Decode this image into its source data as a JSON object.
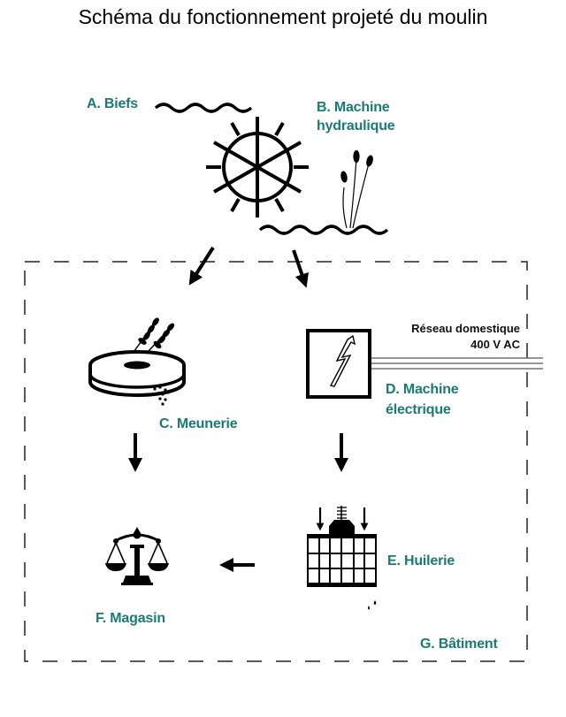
{
  "title": "Schéma du fonctionnement projeté du moulin",
  "colors": {
    "label": "#1a7a74",
    "stroke": "#000000",
    "grid": "#555555"
  },
  "nodes": {
    "A": {
      "label": "A. Biefs",
      "icon": "water-wave-icon"
    },
    "B": {
      "label_line1": "B. Machine",
      "label_line2": "hydraulique",
      "icon": "water-wheel-icon"
    },
    "C": {
      "label": "C. Meunerie",
      "icon": "millstone-icon"
    },
    "D": {
      "label_line1": "D. Machine",
      "label_line2": "électrique",
      "icon": "electric-generator-icon"
    },
    "E": {
      "label": "E. Huilerie",
      "icon": "oil-press-icon"
    },
    "F": {
      "label": "F. Magasin",
      "icon": "scales-icon"
    },
    "G": {
      "label": "G. Bâtiment",
      "icon": "building-boundary"
    }
  },
  "grid_note": {
    "line1": "Réseau domestique",
    "line2": "400 V AC"
  },
  "edges": [
    {
      "from": "B",
      "to": "C"
    },
    {
      "from": "B",
      "to": "D"
    },
    {
      "from": "C",
      "to": "F"
    },
    {
      "from": "D",
      "to": "E"
    },
    {
      "from": "E",
      "to": "F"
    }
  ]
}
